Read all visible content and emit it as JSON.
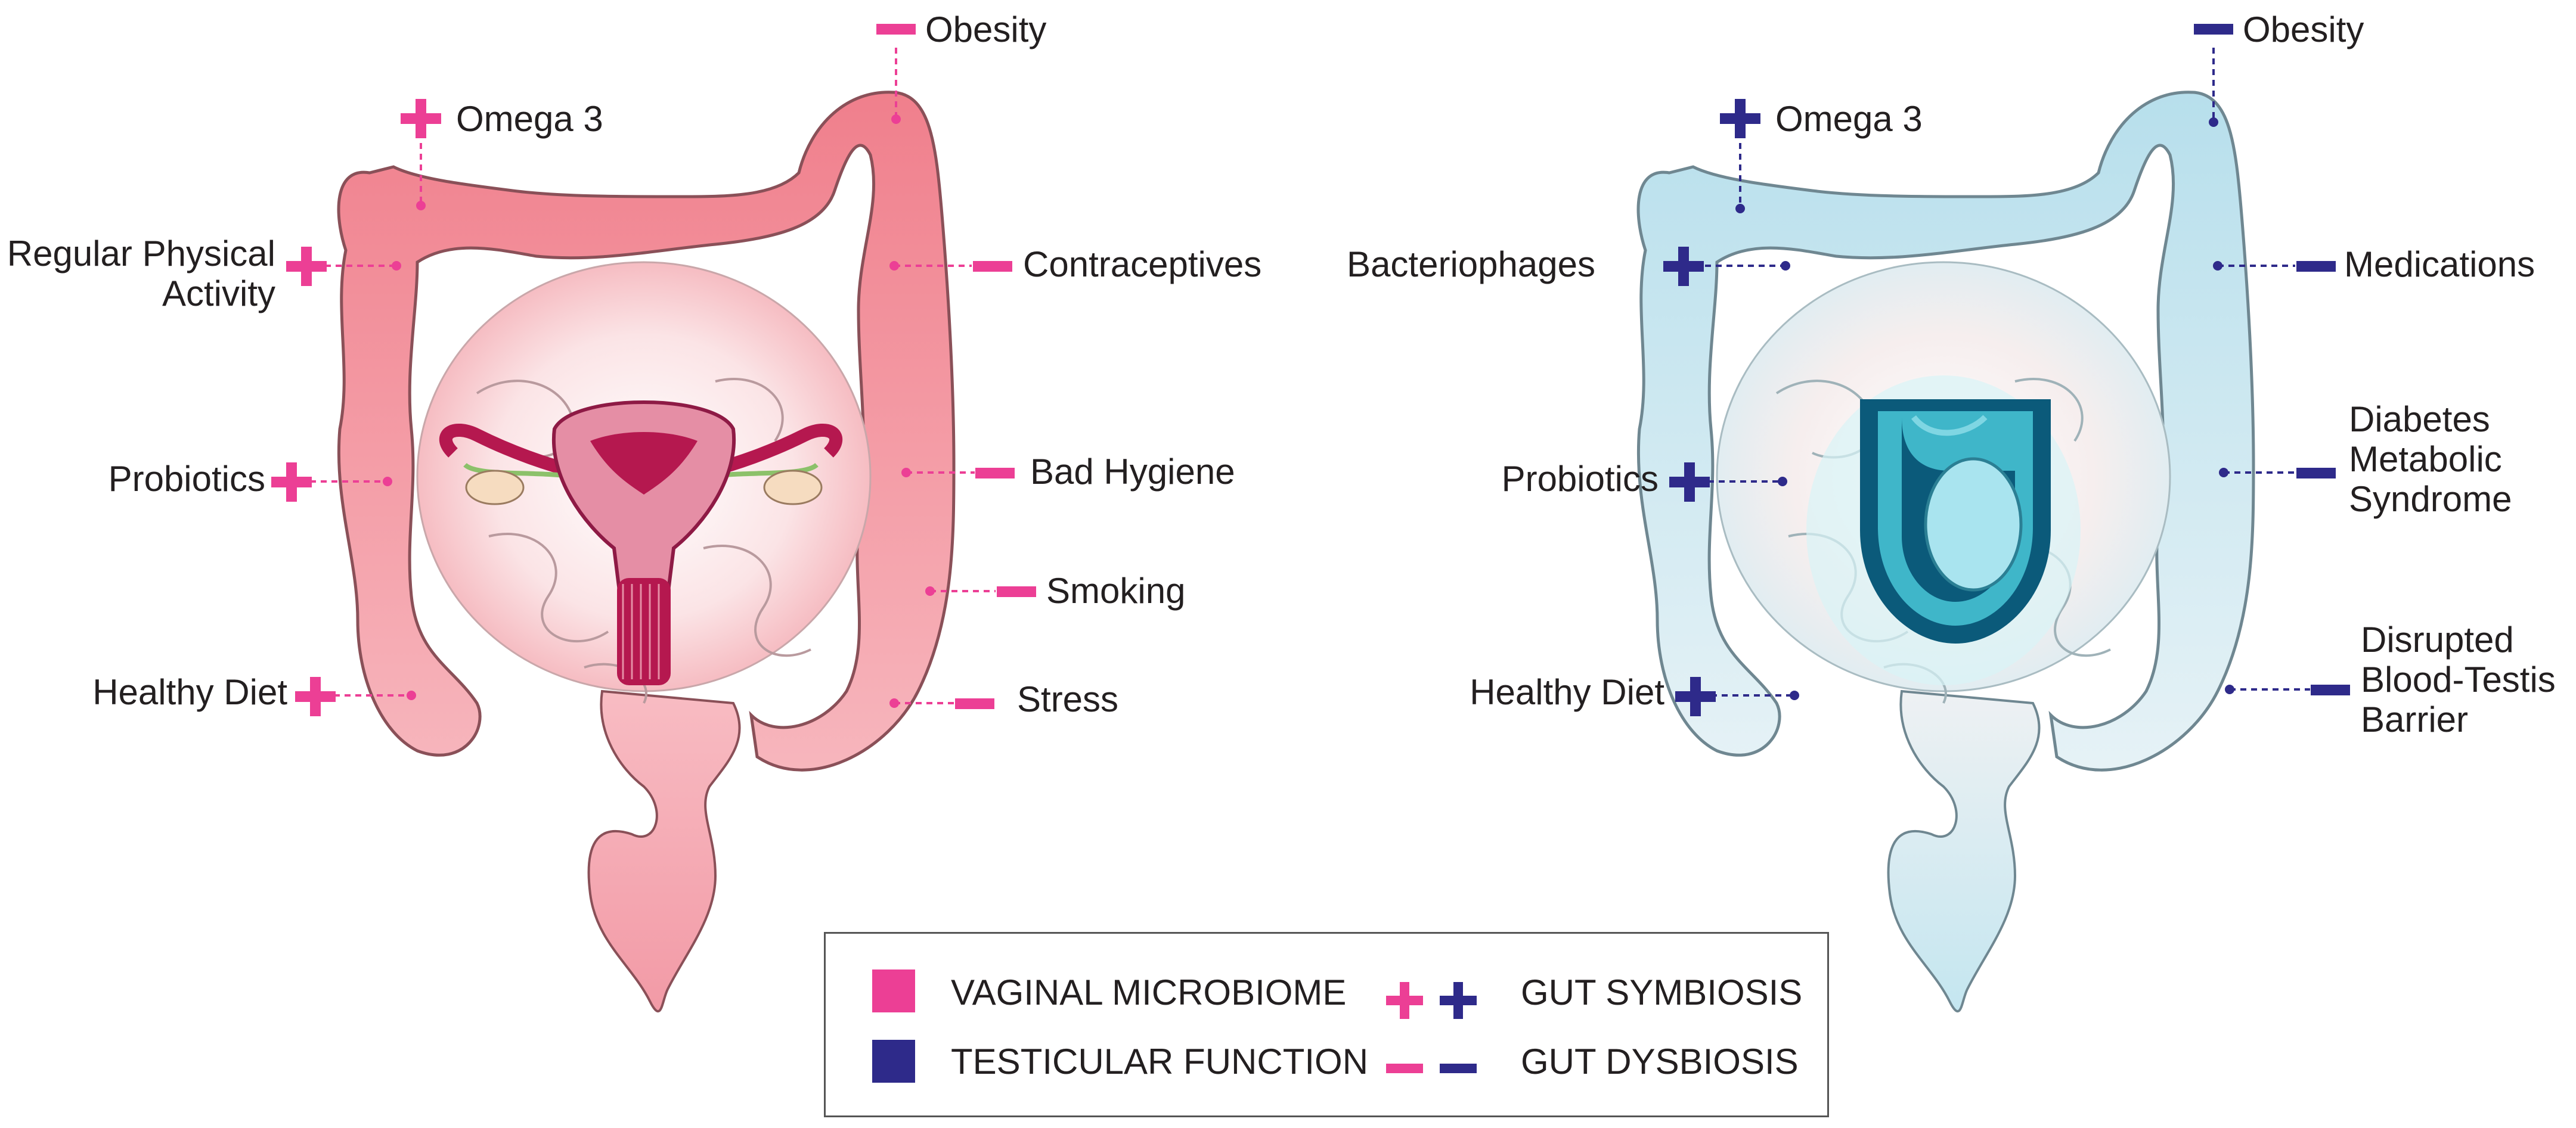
{
  "colors": {
    "pink": "#ec3f95",
    "navy": "#2e2a8a",
    "pink_organ": "#f08a96",
    "blue_organ": "#bfe3ef",
    "uterus": "#b5184f",
    "testis": "#0b5a7a"
  },
  "left_panel": {
    "labels": {
      "obesity": "Obesity",
      "omega3": "Omega 3",
      "regular_activity_line1": "Regular Physical",
      "regular_activity_line2": "Activity",
      "contraceptives": "Contraceptives",
      "probiotics": "Probiotics",
      "bad_hygiene": "Bad Hygiene",
      "smoking": "Smoking",
      "healthy_diet": "Healthy Diet",
      "stress": "Stress"
    }
  },
  "right_panel": {
    "labels": {
      "obesity": "Obesity",
      "omega3": "Omega 3",
      "bacteriophages": "Bacteriophages",
      "medications": "Medications",
      "probiotics": "Probiotics",
      "diabetes_line1": "Diabetes",
      "diabetes_line2": "Metabolic",
      "diabetes_line3": "Syndrome",
      "healthy_diet": "Healthy Diet",
      "disrupted_line1": "Disrupted",
      "disrupted_line2": "Blood-Testis",
      "disrupted_line3": "Barrier"
    }
  },
  "legend": {
    "vaginal": "VAGINAL MICROBIOME",
    "testicular": "TESTICULAR FUNCTION",
    "symbiosis": "GUT SYMBIOSIS",
    "dysbiosis": "GUT DYSBIOSIS"
  }
}
